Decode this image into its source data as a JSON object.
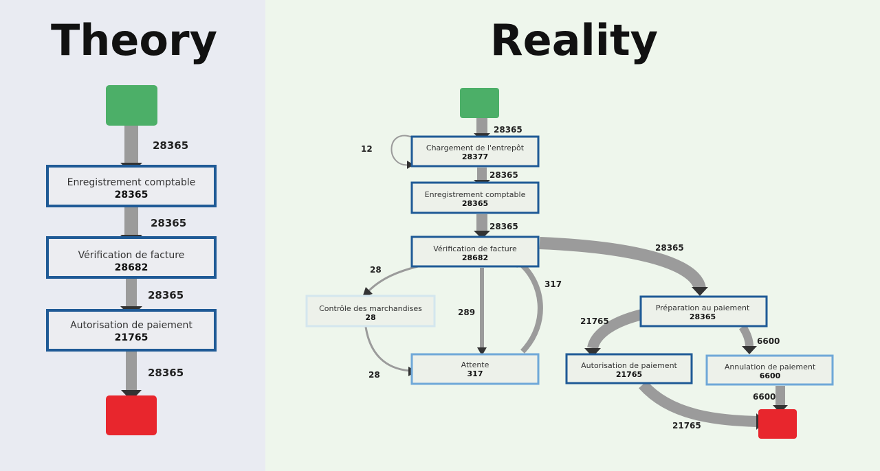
{
  "theory": {
    "title": "Theory",
    "colors": {
      "start": "#4caf68",
      "end": "#e8262d",
      "node_border": "#1f5a96",
      "node_fill": "#ecedf1",
      "arrow": "#9b9b9b"
    },
    "nodes": {
      "enregistrement": {
        "label": "Enregistrement comptable",
        "count": "28365"
      },
      "verification": {
        "label": "Vérification de facture",
        "count": "28682"
      },
      "autorisation": {
        "label": "Autorisation de paiement",
        "count": "21765"
      }
    },
    "edges": {
      "start_to_enregistrement": "28365",
      "enregistrement_to_verification": "28365",
      "verification_to_autorisation": "28365",
      "autorisation_to_end": "28365"
    }
  },
  "reality": {
    "title": "Reality",
    "colors": {
      "start": "#4caf68",
      "end": "#e8262d",
      "node_border_dark": "#1f5a96",
      "node_border_light": "#6fa8d8",
      "node_border_pale": "#d4e6ee",
      "node_fill": "#edf1ea",
      "arrow": "#9b9b9b"
    },
    "nodes": {
      "chargement": {
        "label": "Chargement de l'entrepôt",
        "count": "28377"
      },
      "enregistrement": {
        "label": "Enregistrement comptable",
        "count": "28365"
      },
      "verification": {
        "label": "Vérification de facture",
        "count": "28682"
      },
      "controle": {
        "label": "Contrôle des marchandises",
        "count": "28"
      },
      "attente": {
        "label": "Attente",
        "count": "317"
      },
      "preparation": {
        "label": "Préparation au paiement",
        "count": "28365"
      },
      "autorisation": {
        "label": "Autorisation de paiement",
        "count": "21765"
      },
      "annulation": {
        "label": "Annulation de paiement",
        "count": "6600"
      }
    },
    "edges": {
      "start_to_chargement": "28365",
      "chargement_loop": "12",
      "chargement_to_enregistrement": "28365",
      "enregistrement_to_verification": "28365",
      "verification_to_preparation": "28365",
      "verification_to_controle": "28",
      "controle_to_attente": "28",
      "verification_to_attente": "289",
      "attente_to_verification": "317",
      "preparation_to_autorisation": "21765",
      "preparation_to_annulation": "6600",
      "annulation_to_end": "6600",
      "autorisation_to_end": "21765"
    }
  }
}
